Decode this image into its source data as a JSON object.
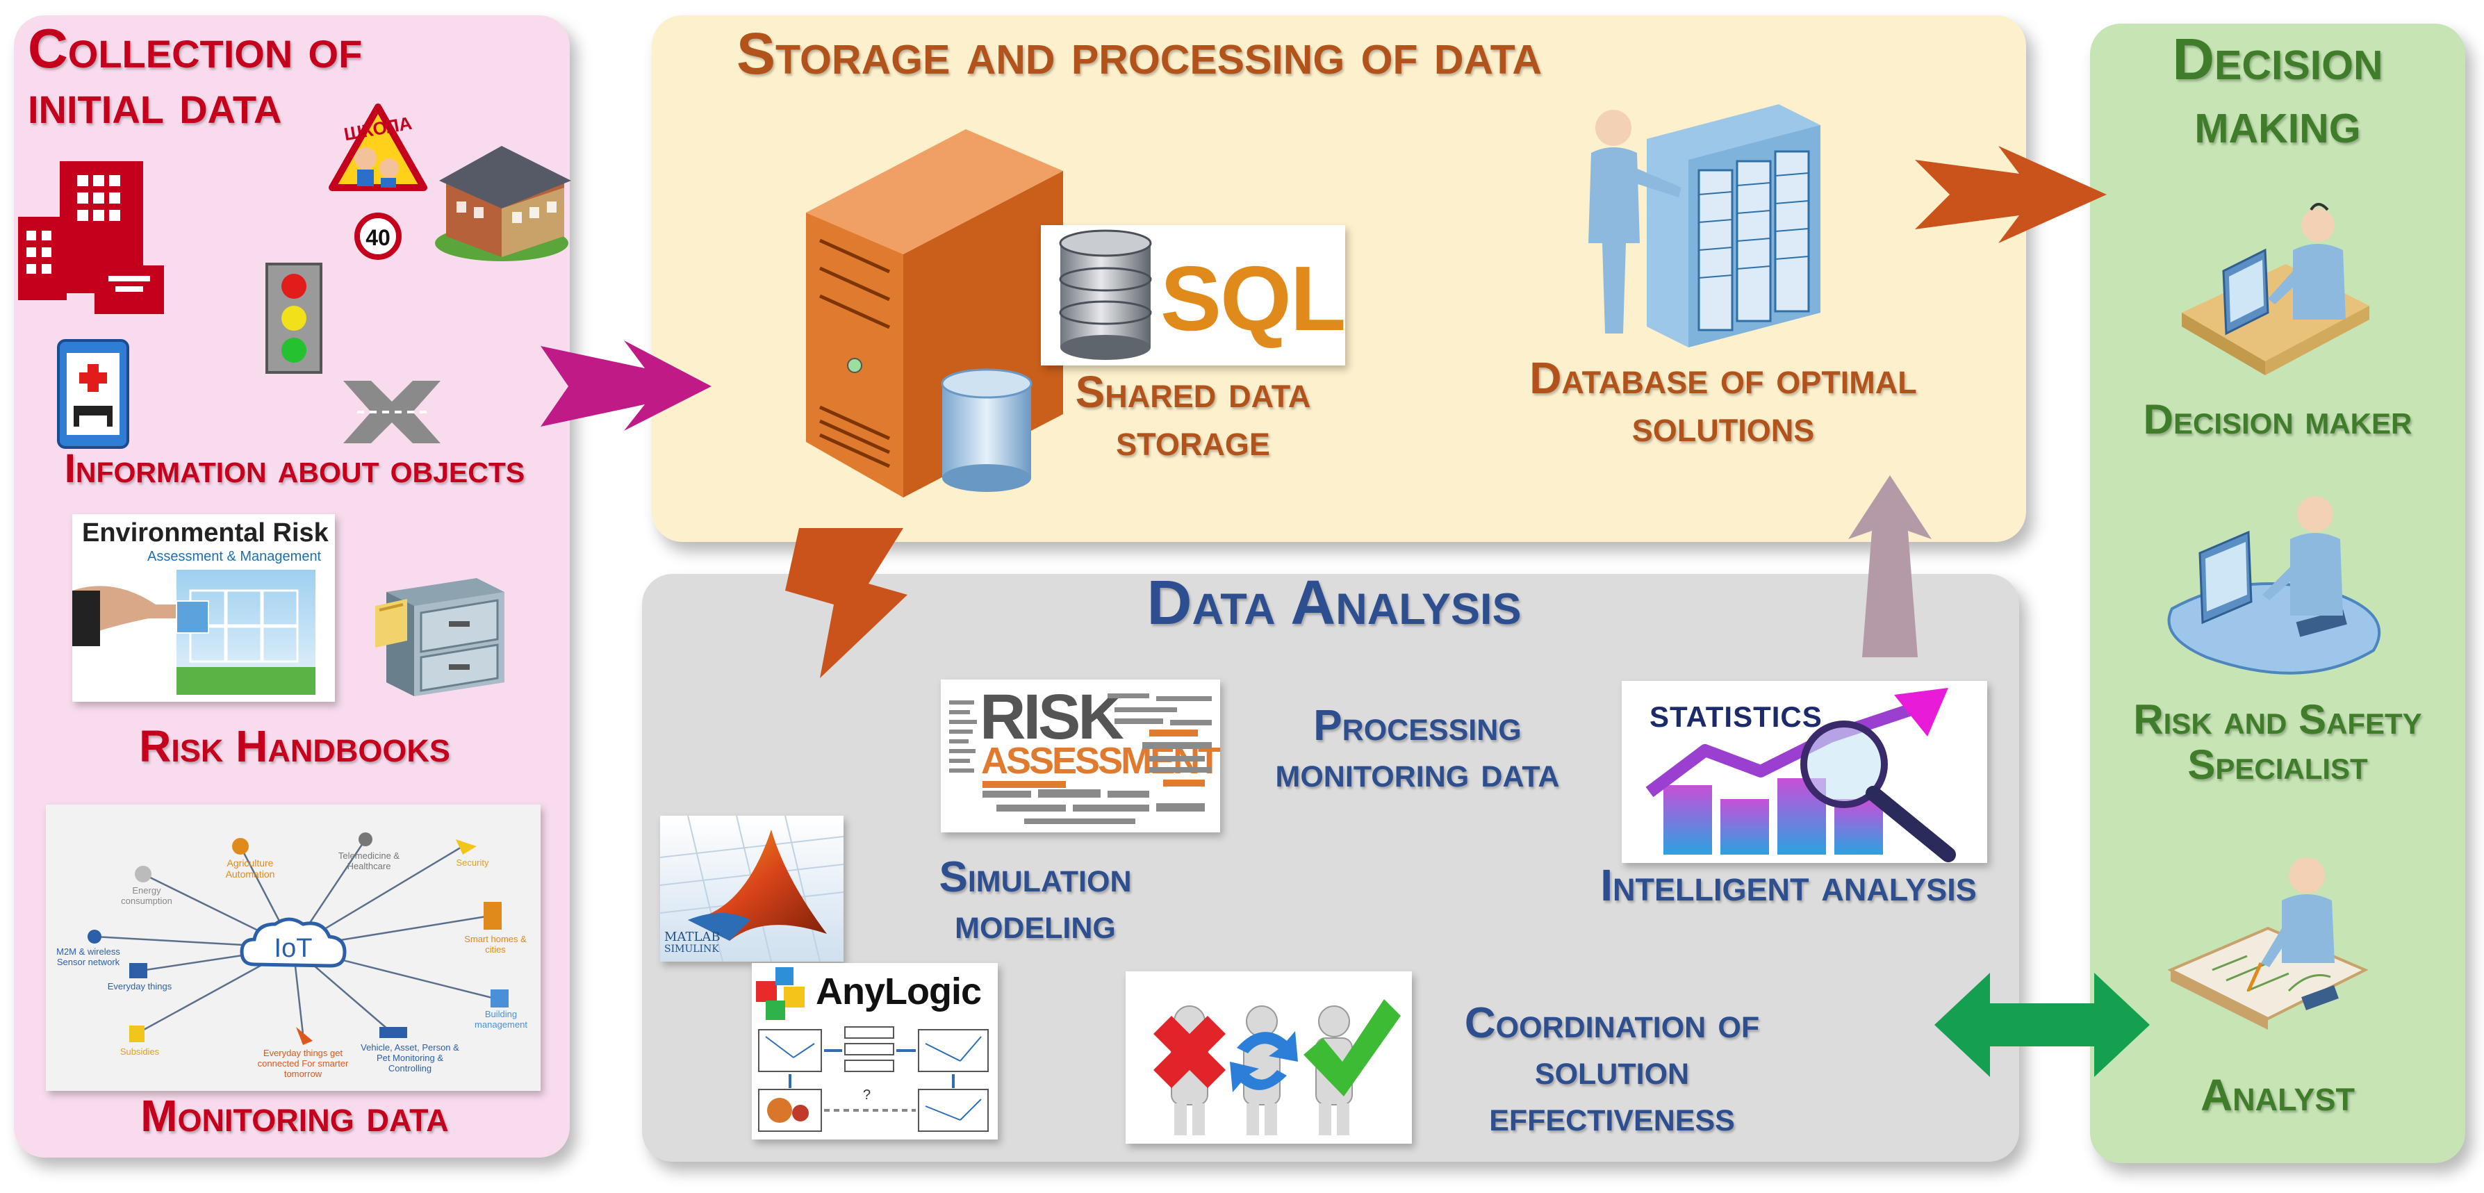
{
  "collection": {
    "title_line1": "Collection of",
    "title_line2": "initial data",
    "school_sign_text": "ШКОЛА",
    "speed_limit": "40",
    "info_label": "Information about objects",
    "env_risk_title": "Environmental Risk",
    "env_risk_subtitle": "Assessment & Management",
    "risk_handbooks_label": "Risk Handbooks",
    "iot_label": "IoT",
    "iot_nodes": {
      "agriculture": "Agriculture Automation",
      "telemedicine": "Telemedicine & Healthcare",
      "security": "Security",
      "energy": "Energy consumption",
      "m2m": "M2M & wireless Sensor network",
      "everyday": "Everyday things",
      "smart_homes": "Smart homes & cities",
      "building": "Building management",
      "subsidies": "Subsidies",
      "connected": "Everyday things get connected For smarter tomorrow",
      "vehicle": "Vehicle, Asset, Person & Pet Monitoring & Controlling"
    },
    "monitoring_label": "Monitoring data"
  },
  "storage": {
    "title": "Storage and processing of data",
    "sql_label": "SQL",
    "shared_line1": "Shared data",
    "shared_line2": "storage",
    "optimal_line1": "Database of optimal",
    "optimal_line2": "solutions"
  },
  "analysis": {
    "title": "Data Analysis",
    "risk_word1": "RISK",
    "risk_word2": "ASSESSMENT",
    "processing_line1": "Processing",
    "processing_line2": "monitoring data",
    "statistics_label": "STATISTICS",
    "intelligent_label": "Intelligent analysis",
    "matlab_label": "MATLAB",
    "simulink_label": "SIMULINK",
    "simulation_line1": "Simulation",
    "simulation_line2": "modeling",
    "anylogic_label": "AnyLogic",
    "coordination_line1": "Coordination of",
    "coordination_line2": "solution",
    "coordination_line3": "effectiveness"
  },
  "decision": {
    "title_line1": "Decision",
    "title_line2": "making",
    "decision_maker": "Decision maker",
    "risk_line1": "Risk and Safety",
    "risk_line2": "Specialist",
    "analyst": "Analyst"
  },
  "colors": {
    "collection_bg": "#f8dcee",
    "storage_bg": "#fdf0cc",
    "analysis_bg": "#dcdcdc",
    "decision_bg": "#c6e4b4",
    "title_red": "#c4001c",
    "title_blue": "#2d4f8f",
    "title_green": "#3f7d2a",
    "arrow_magenta": "#c01a86",
    "arrow_orange": "#c9531a",
    "arrow_mauve": "#b39aa6",
    "arrow_green": "#14a050"
  }
}
